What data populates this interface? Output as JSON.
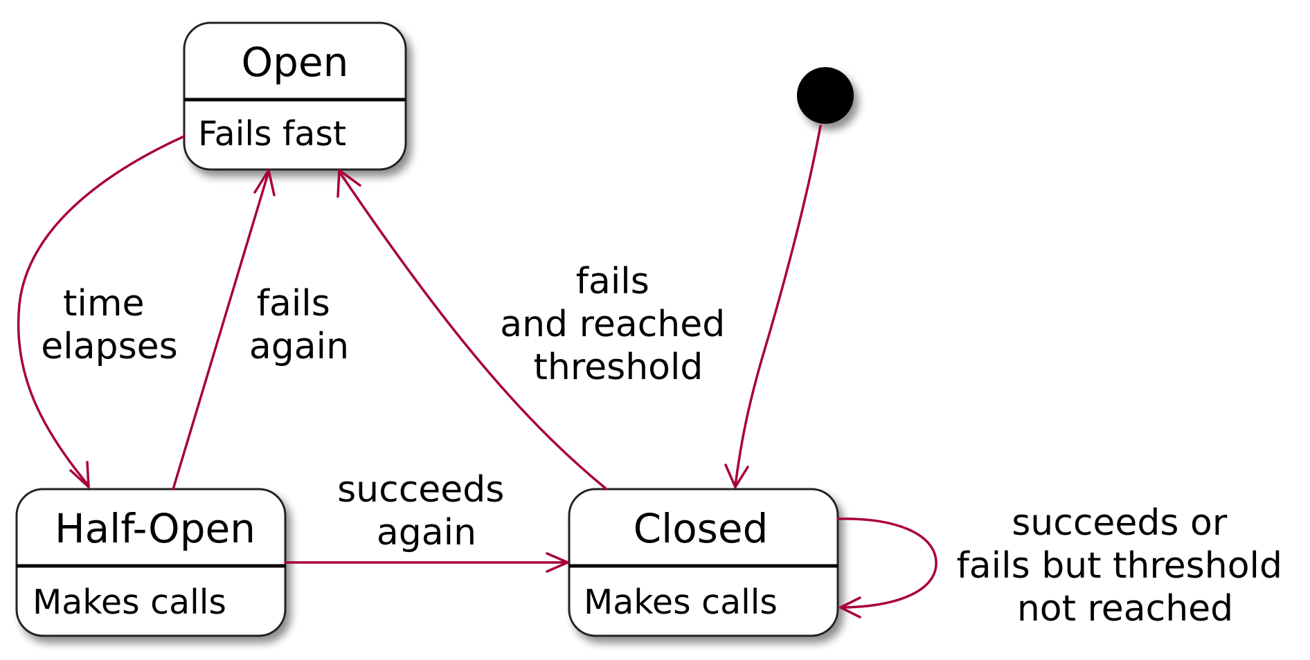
{
  "states": {
    "open": {
      "name": "Open",
      "activity": "Fails fast"
    },
    "half_open": {
      "name": "Half-Open",
      "activity": "Makes calls"
    },
    "closed": {
      "name": "Closed",
      "activity": "Makes calls"
    }
  },
  "transitions": {
    "time_elapses": [
      "time",
      "elapses"
    ],
    "fails_again": [
      "fails",
      "again"
    ],
    "fails_threshold": [
      "fails",
      "and reached",
      "threshold"
    ],
    "succeeds_again": [
      "succeeds",
      "again"
    ],
    "self_loop": [
      "succeeds or",
      "fails but threshold",
      "not reached"
    ]
  },
  "colors": {
    "arrow": "#A80036",
    "state_fill": "#FFFFFF",
    "state_border": "#222222",
    "initial_node": "#000000"
  }
}
